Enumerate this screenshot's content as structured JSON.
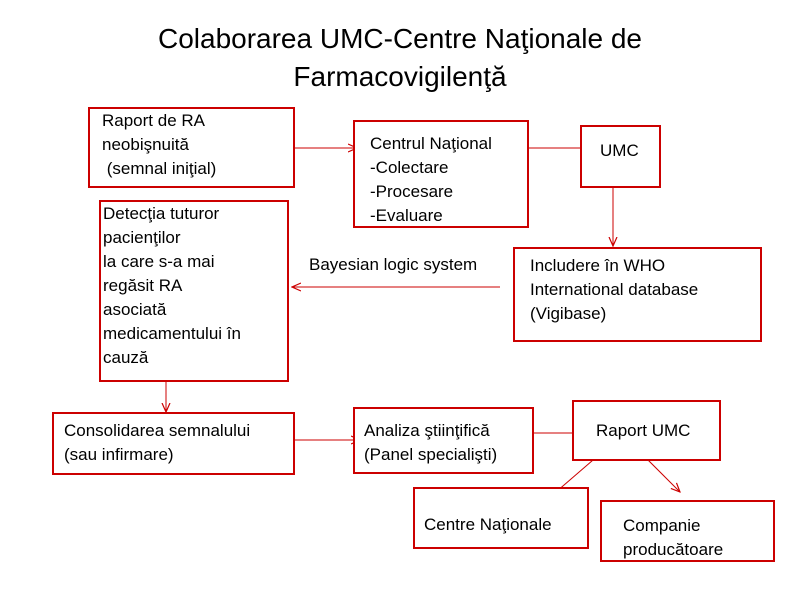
{
  "title": {
    "line1": "Colaborarea UMC-Centre Naţionale de",
    "line2": "Farmacovigilenţă"
  },
  "boxes": {
    "raport_ra": [
      "Raport de RA",
      "neobişnuită",
      " (semnal iniţial)"
    ],
    "centrul_national": [
      "Centrul Naţional",
      "-Colectare",
      "-Procesare",
      "-Evaluare"
    ],
    "umc": [
      "UMC"
    ],
    "detectia": [
      "Detecţia tuturor",
      "pacienţilor",
      "la care s-a mai",
      "regăsit RA",
      "asociată",
      "medicamentului în",
      "cauză"
    ],
    "includere_who": [
      "Includere în WHO",
      "International database",
      "(Vigibase)"
    ],
    "consolidarea": [
      "Consolidarea semnalului",
      "(sau infirmare)"
    ],
    "analiza": [
      "Analiza ştiinţifică",
      "(Panel specialişti)"
    ],
    "raport_umc": [
      "Raport UMC"
    ],
    "centre_nationale": [
      "Centre Naţionale"
    ],
    "companie": [
      "Companie",
      "producătoare"
    ]
  },
  "labels": {
    "bayesian": "Bayesian logic system"
  },
  "colors": {
    "box_border": "#cc0000",
    "arrow": "#cc0000",
    "text": "#000000"
  }
}
